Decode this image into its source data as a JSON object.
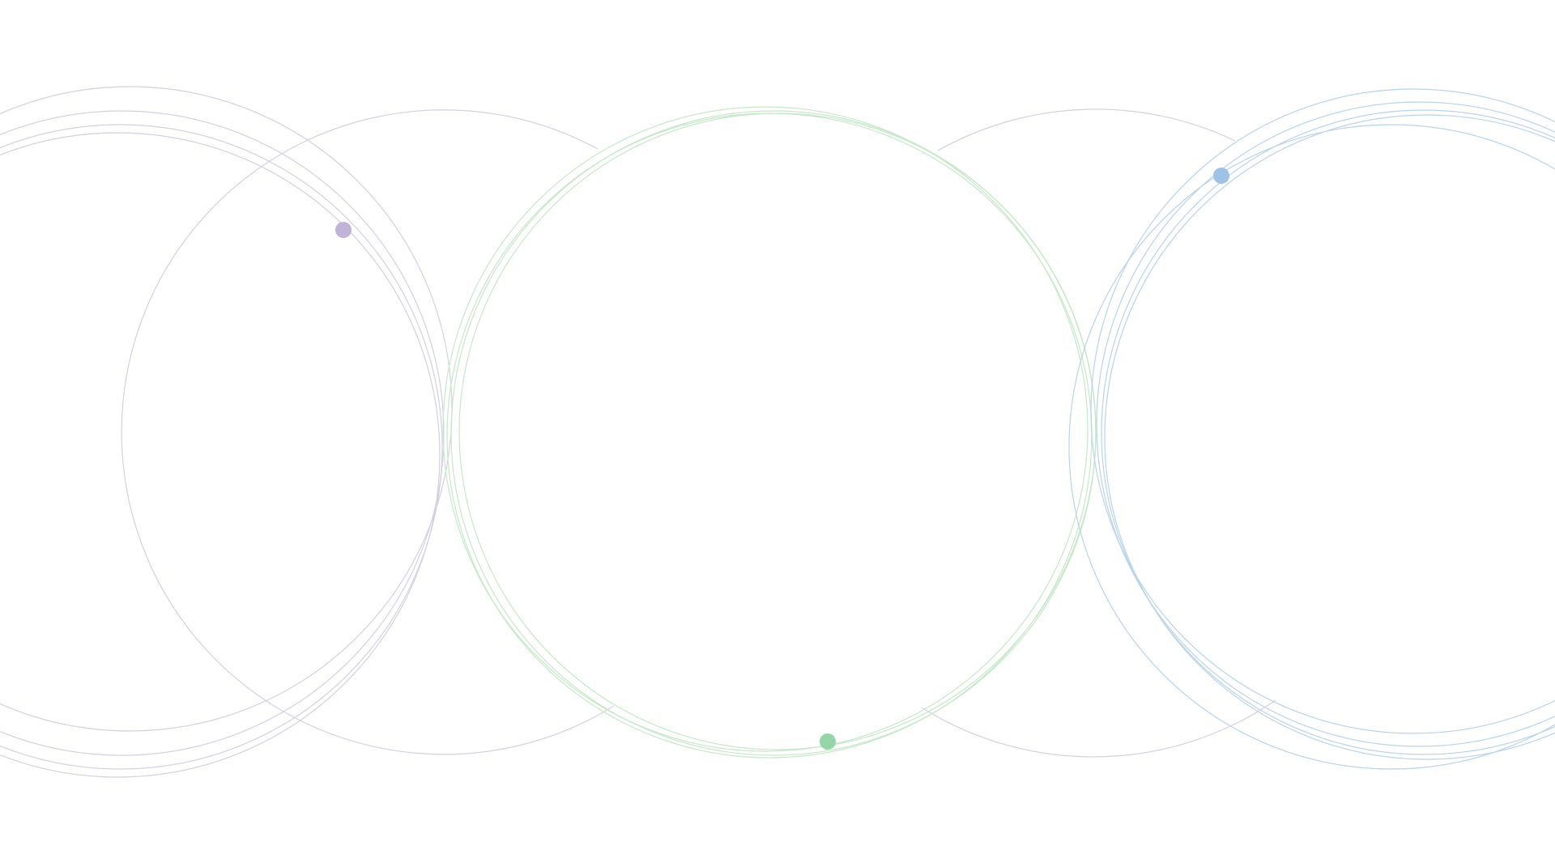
{
  "background_color": "#ffffff",
  "palette": {
    "purple_ring": "#d3d0e2",
    "purple_dot": "#c1b2d8",
    "green_ring": "#c6e8c8",
    "green_dot": "#93d6a7",
    "blue_ring": "#b9d3ea",
    "blue_dot": "#9cc3e5"
  },
  "ring_groups": [
    {
      "name": "left-purple-ring-cluster",
      "color": "purple_ring",
      "dot_color": "purple_dot"
    },
    {
      "name": "middle-left-purple-ring",
      "color": "purple_ring"
    },
    {
      "name": "center-green-ring-cluster",
      "color": "green_ring",
      "dot_color": "green_dot"
    },
    {
      "name": "middle-right-purple-ring",
      "color": "purple_ring"
    },
    {
      "name": "right-blue-ring-cluster",
      "color": "blue_ring",
      "dot_color": "blue_dot"
    }
  ]
}
